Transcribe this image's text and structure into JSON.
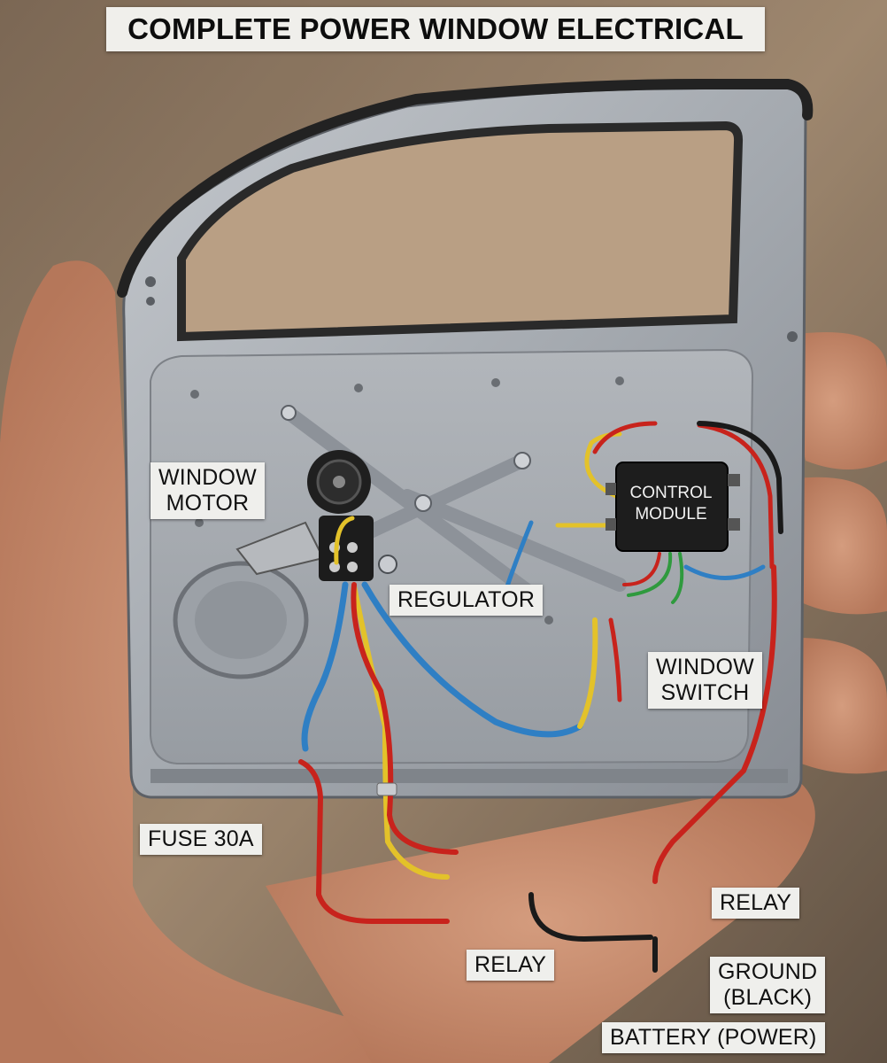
{
  "title": "COMPLETE POWER WINDOW ELECTRICAL",
  "labels": {
    "window_motor": "WINDOW\nMOTOR",
    "regulator": "REGULATOR",
    "control_module": "CONTROL\nMODULE",
    "window_switch": "WINDOW\nSWITCH",
    "fuse": "FUSE 30A",
    "relay_right": "RELAY",
    "relay_bottom": "RELAY",
    "ground": "GROUND\n(BLACK)",
    "battery": "BATTERY (POWER)"
  },
  "colors": {
    "wire_red": "#c8231c",
    "wire_yellow": "#e3c22a",
    "wire_blue": "#2f7fc4",
    "wire_black": "#1a1a1a",
    "wire_green": "#2f9a3e",
    "door_metal": "#a8adb3",
    "fuse_amber": "#f0b322"
  }
}
